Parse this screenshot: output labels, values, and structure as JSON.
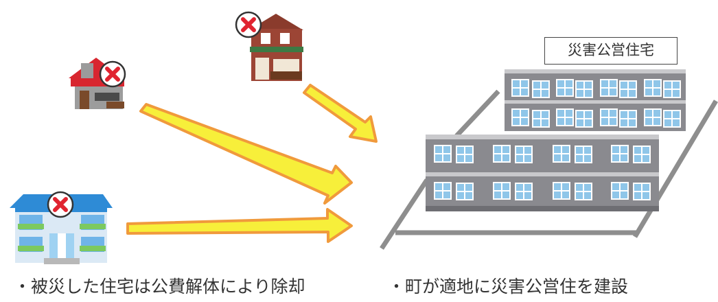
{
  "label": {
    "building_name": "災害公営住宅"
  },
  "captions": {
    "left": "・被災した住宅は公費解体により除却",
    "right": "・町が適地に災害公営住を建設"
  },
  "colors": {
    "arrow_fill": "#f7ef3a",
    "arrow_outline": "#f09a3c",
    "x_mark": "#e02430",
    "building_wall": "#8d8d92",
    "window": "#a9d3ee",
    "site_outline": "#8e8e8e"
  }
}
